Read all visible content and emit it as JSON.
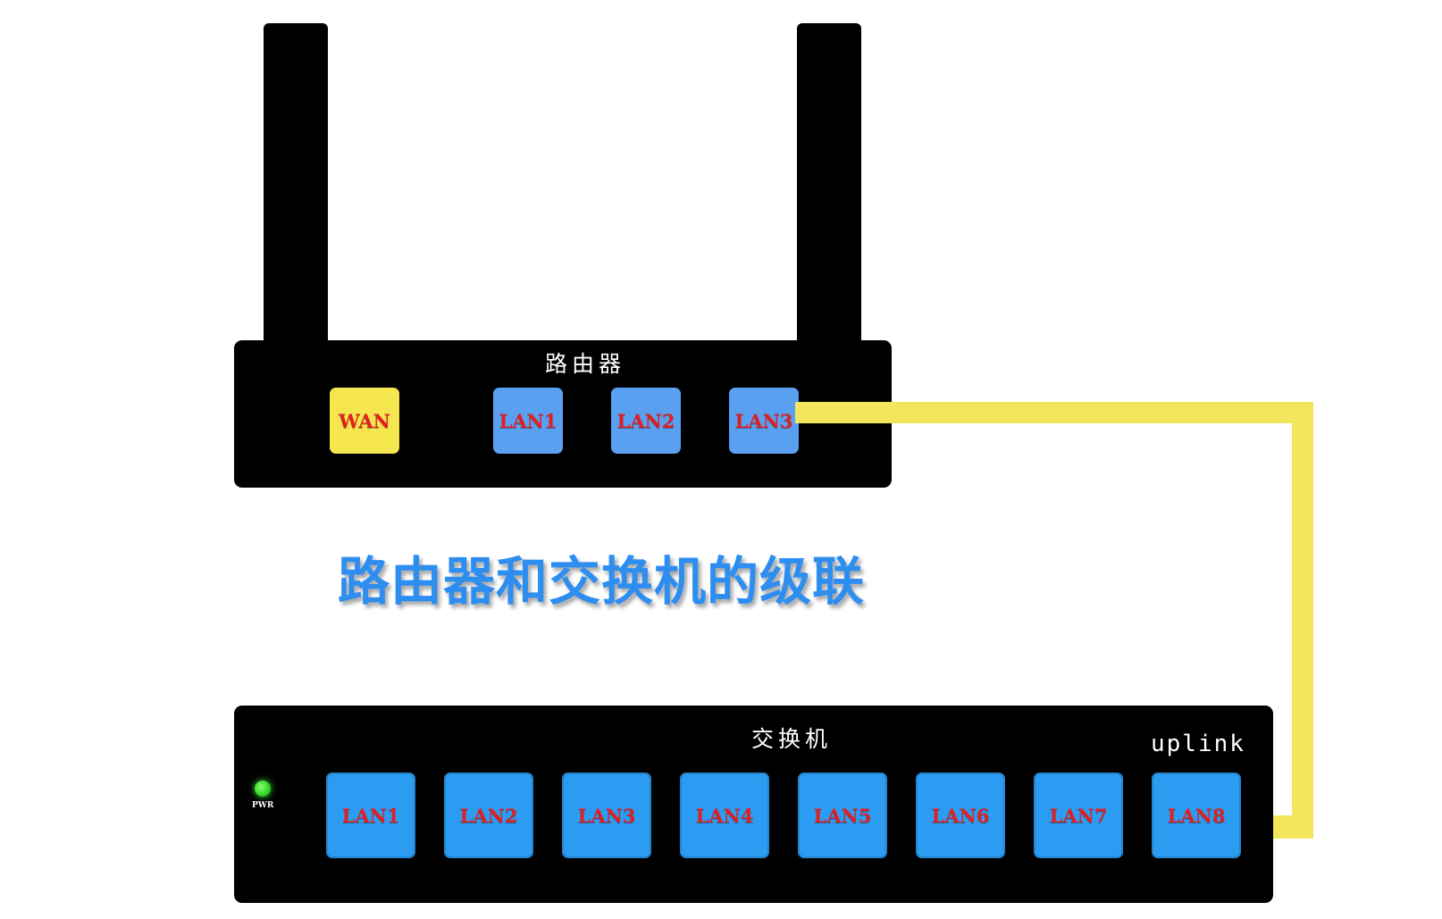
{
  "router": {
    "title": "路由器",
    "ports": [
      {
        "label": "WAN",
        "color": "#f5e54f"
      },
      {
        "label": "LAN1",
        "color": "#5aa0f0"
      },
      {
        "label": "LAN2",
        "color": "#5aa0f0"
      },
      {
        "label": "LAN3",
        "color": "#5aa0f0"
      }
    ]
  },
  "caption": "路由器和交换机的级联",
  "switch": {
    "title": "交换机",
    "uplink_label": "uplink",
    "pwr_label": "PWR",
    "ports": [
      {
        "label": "LAN1",
        "color": "#2c9cf2"
      },
      {
        "label": "LAN2",
        "color": "#2c9cf2"
      },
      {
        "label": "LAN3",
        "color": "#2c9cf2"
      },
      {
        "label": "LAN4",
        "color": "#2c9cf2"
      },
      {
        "label": "LAN5",
        "color": "#2c9cf2"
      },
      {
        "label": "LAN6",
        "color": "#2c9cf2"
      },
      {
        "label": "LAN7",
        "color": "#2c9cf2"
      },
      {
        "label": "LAN8",
        "color": "#2c9cf2"
      }
    ]
  },
  "colors": {
    "cable": "#f3e65c",
    "port_text": "#e02020",
    "caption": "#2e8ef0",
    "pwr_led": "#36e02f"
  }
}
